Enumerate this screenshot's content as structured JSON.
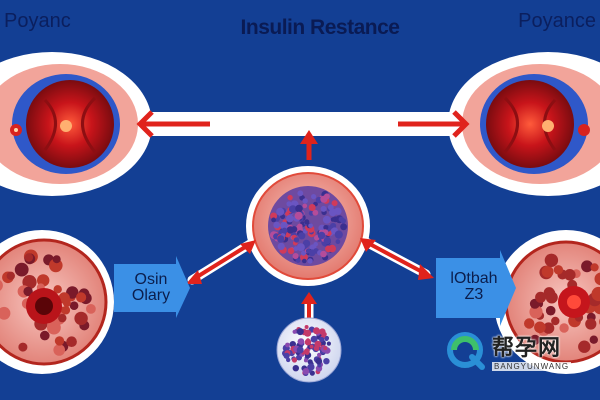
{
  "diagram": {
    "title_center": "Insulin Restance",
    "title_top_left": "Poyanc",
    "title_top_right": "Poyance",
    "label_left": [
      "Osin",
      "Olary"
    ],
    "label_right": [
      "lOtbah",
      "Z3"
    ]
  },
  "watermark": {
    "chinese": "帮孕网",
    "english": "BANGYUNWANG",
    "icon": "q-logo-icon"
  },
  "colors": {
    "background": "#133f94",
    "arrow_red": "#e0231c",
    "band_white": "#ffffff",
    "label_blue": "#3b90e6",
    "tissue_pink": "#f4b3ad",
    "cell_purple": "#5e3f9a"
  }
}
